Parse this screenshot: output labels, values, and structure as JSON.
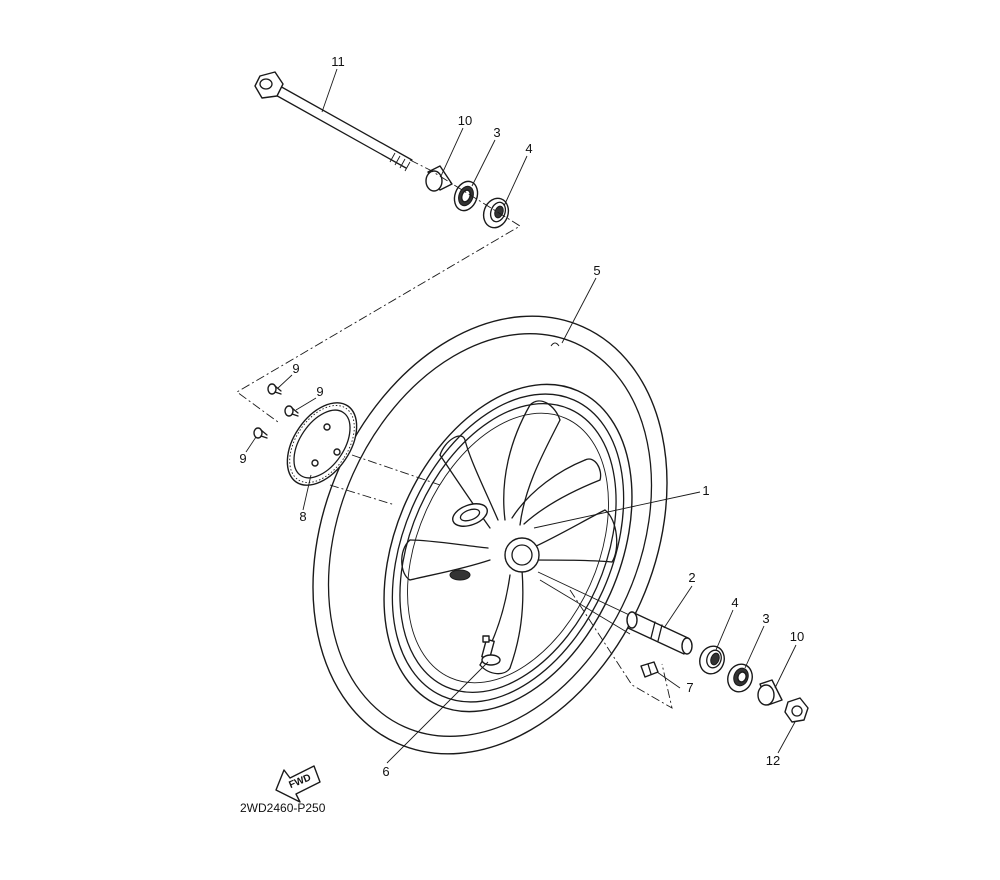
{
  "diagram": {
    "code": "2WD2460-P250",
    "fwd_label": "FWD",
    "callouts": [
      {
        "id": "c11",
        "text": "11"
      },
      {
        "id": "c10a",
        "text": "10"
      },
      {
        "id": "c3a",
        "text": "3"
      },
      {
        "id": "c4a",
        "text": "4"
      },
      {
        "id": "c5",
        "text": "5"
      },
      {
        "id": "c9a",
        "text": "9"
      },
      {
        "id": "c9b",
        "text": "9"
      },
      {
        "id": "c9c",
        "text": "9"
      },
      {
        "id": "c8",
        "text": "8"
      },
      {
        "id": "c1",
        "text": "1"
      },
      {
        "id": "c2",
        "text": "2"
      },
      {
        "id": "c4b",
        "text": "4"
      },
      {
        "id": "c3b",
        "text": "3"
      },
      {
        "id": "c10b",
        "text": "10"
      },
      {
        "id": "c7",
        "text": "7"
      },
      {
        "id": "c12",
        "text": "12"
      },
      {
        "id": "c6",
        "text": "6"
      }
    ]
  }
}
